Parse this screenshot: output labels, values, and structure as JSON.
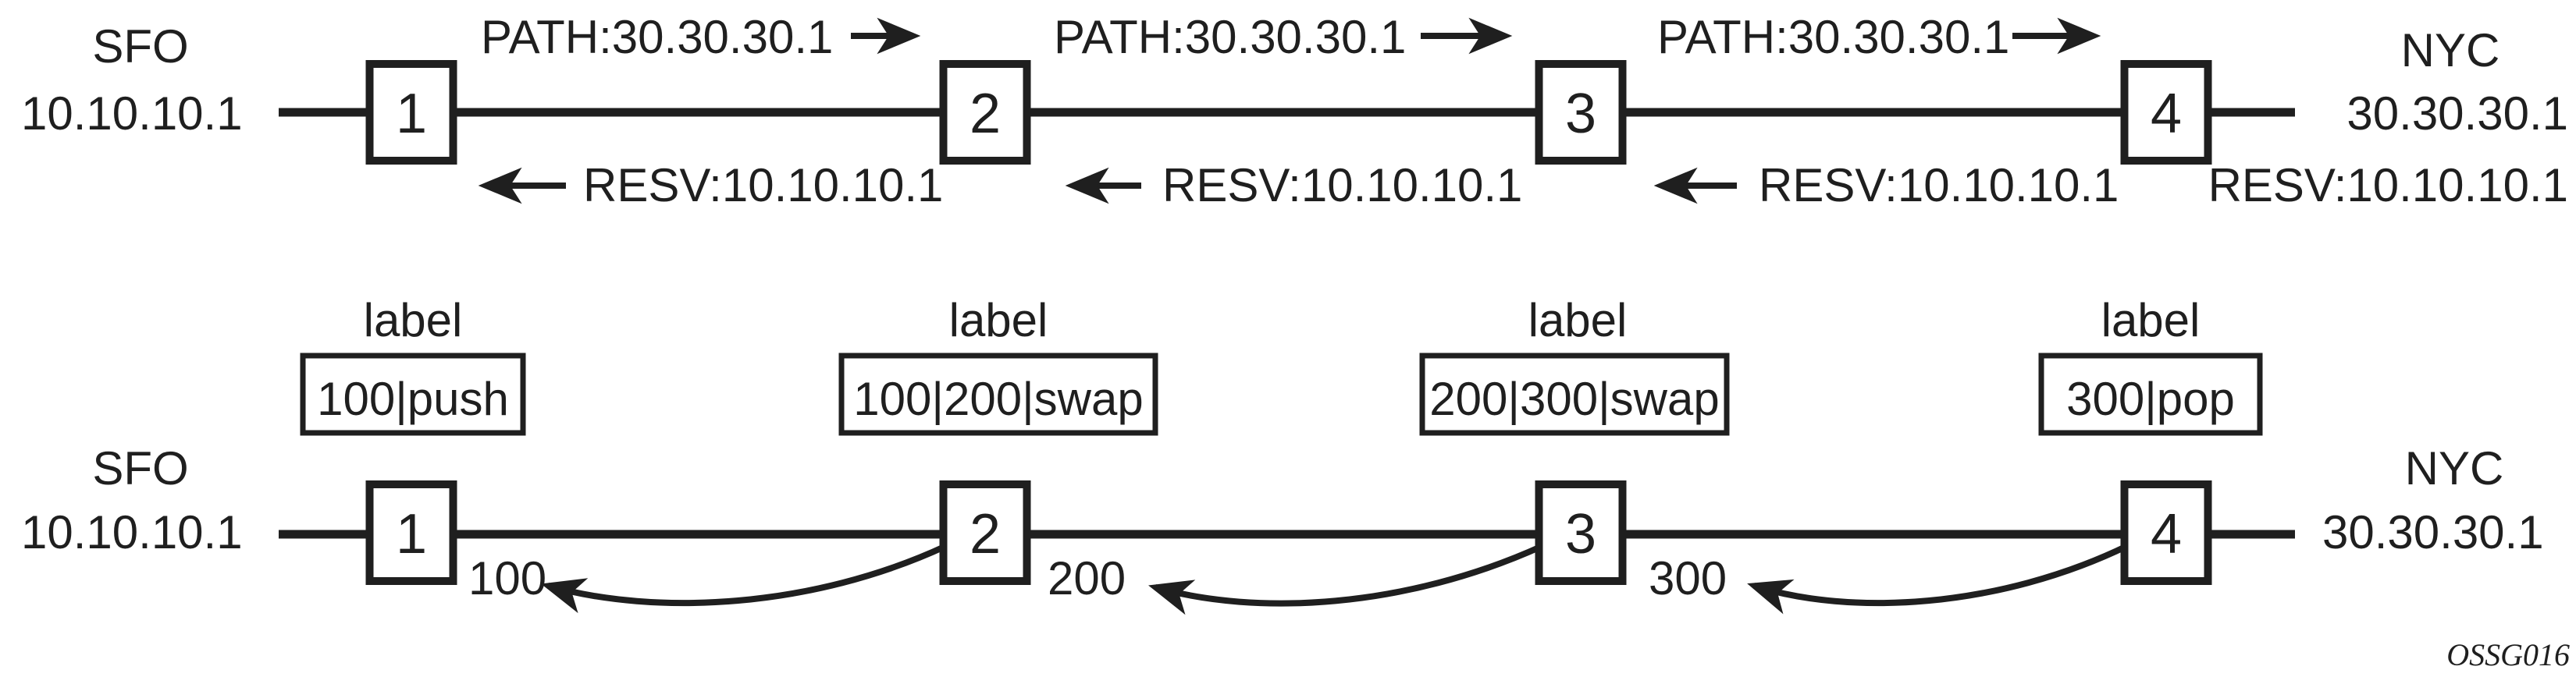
{
  "colors": {
    "ink": "#1f1f1f",
    "background": "#ffffff"
  },
  "watermark": "OSSG016",
  "rsvp": {
    "left": {
      "city": "SFO",
      "ip": "10.10.10.1"
    },
    "right": {
      "city": "NYC",
      "ip": "30.30.30.1"
    },
    "nodes": [
      "1",
      "2",
      "3",
      "4"
    ],
    "path_msgs": [
      "PATH:30.30.30.1",
      "PATH:30.30.30.1",
      "PATH:30.30.30.1"
    ],
    "resv_msgs": [
      "RESV:10.10.10.1",
      "RESV:10.10.10.1",
      "RESV:10.10.10.1",
      "RESV:10.10.10.1"
    ]
  },
  "labels": {
    "left": {
      "city": "SFO",
      "ip": "10.10.10.1"
    },
    "right": {
      "city": "NYC",
      "ip": "30.30.30.1"
    },
    "nodes": [
      "1",
      "2",
      "3",
      "4"
    ],
    "caption": [
      "label",
      "label",
      "label",
      "label"
    ],
    "operations": [
      "100|push",
      "100|200|swap",
      "200|300|swap",
      "300|pop"
    ],
    "advertised": [
      "100",
      "200",
      "300"
    ]
  }
}
